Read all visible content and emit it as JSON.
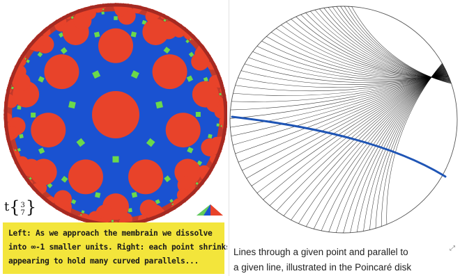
{
  "left": {
    "notation": {
      "prefix": "t",
      "top": "3",
      "bottom": "7"
    },
    "caption": [
      "Left: As we approach the membrain we dissolve",
      "into ∞-1 smaller units. Right: each point shrinks",
      "appearing to hold many curved parallels..."
    ],
    "colors": {
      "disk": "#c0392b",
      "hex_red": "#e8432a",
      "heptagon_blue": "#1a52d1",
      "square_green": "#6bd94a",
      "caption_bg": "#f3e53b"
    }
  },
  "right": {
    "caption_lines": [
      "Lines through a given point and parallel to",
      "a given line, illustrated in the Poincaré disk"
    ],
    "expand_icon": "expand-icon",
    "colors": {
      "given_line": "#1f55b5",
      "parallels": "#000000",
      "circle": "#555555"
    }
  }
}
